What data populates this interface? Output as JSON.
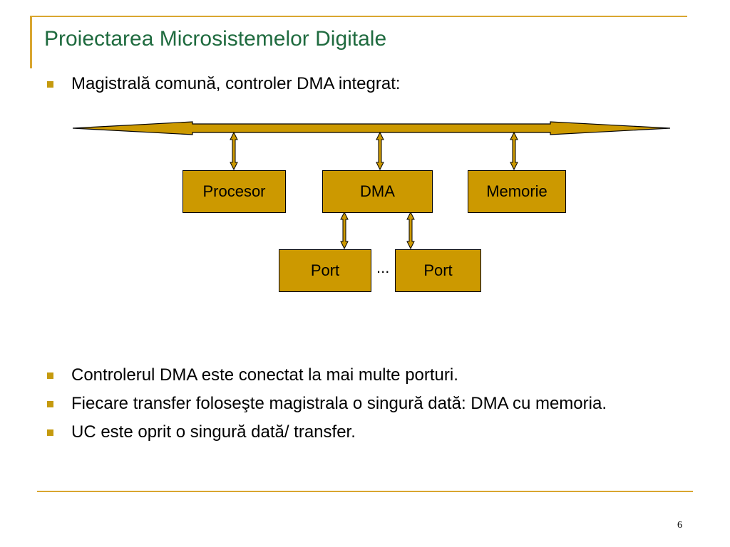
{
  "title": "Proiectarea Microsistemelor Digitale",
  "intro_bullet": "Magistrală comună, controler DMA integrat:",
  "diagram": {
    "boxes": {
      "procesor": "Procesor",
      "dma": "DMA",
      "memorie": "Memorie",
      "port_left": "Port",
      "port_right": "Port"
    },
    "ellipsis": "..."
  },
  "bullets": [
    "Controlerul DMA este conectat la mai multe porturi.",
    "Fiecare transfer foloseşte magistrala o singură dată: DMA cu memoria.",
    "UC este oprit o singură dată/ transfer."
  ],
  "page_number": "6",
  "colors": {
    "title": "#1f6b3f",
    "accent": "#d9a630",
    "box_fill": "#cc9900",
    "bullet": "#c59a0e"
  }
}
